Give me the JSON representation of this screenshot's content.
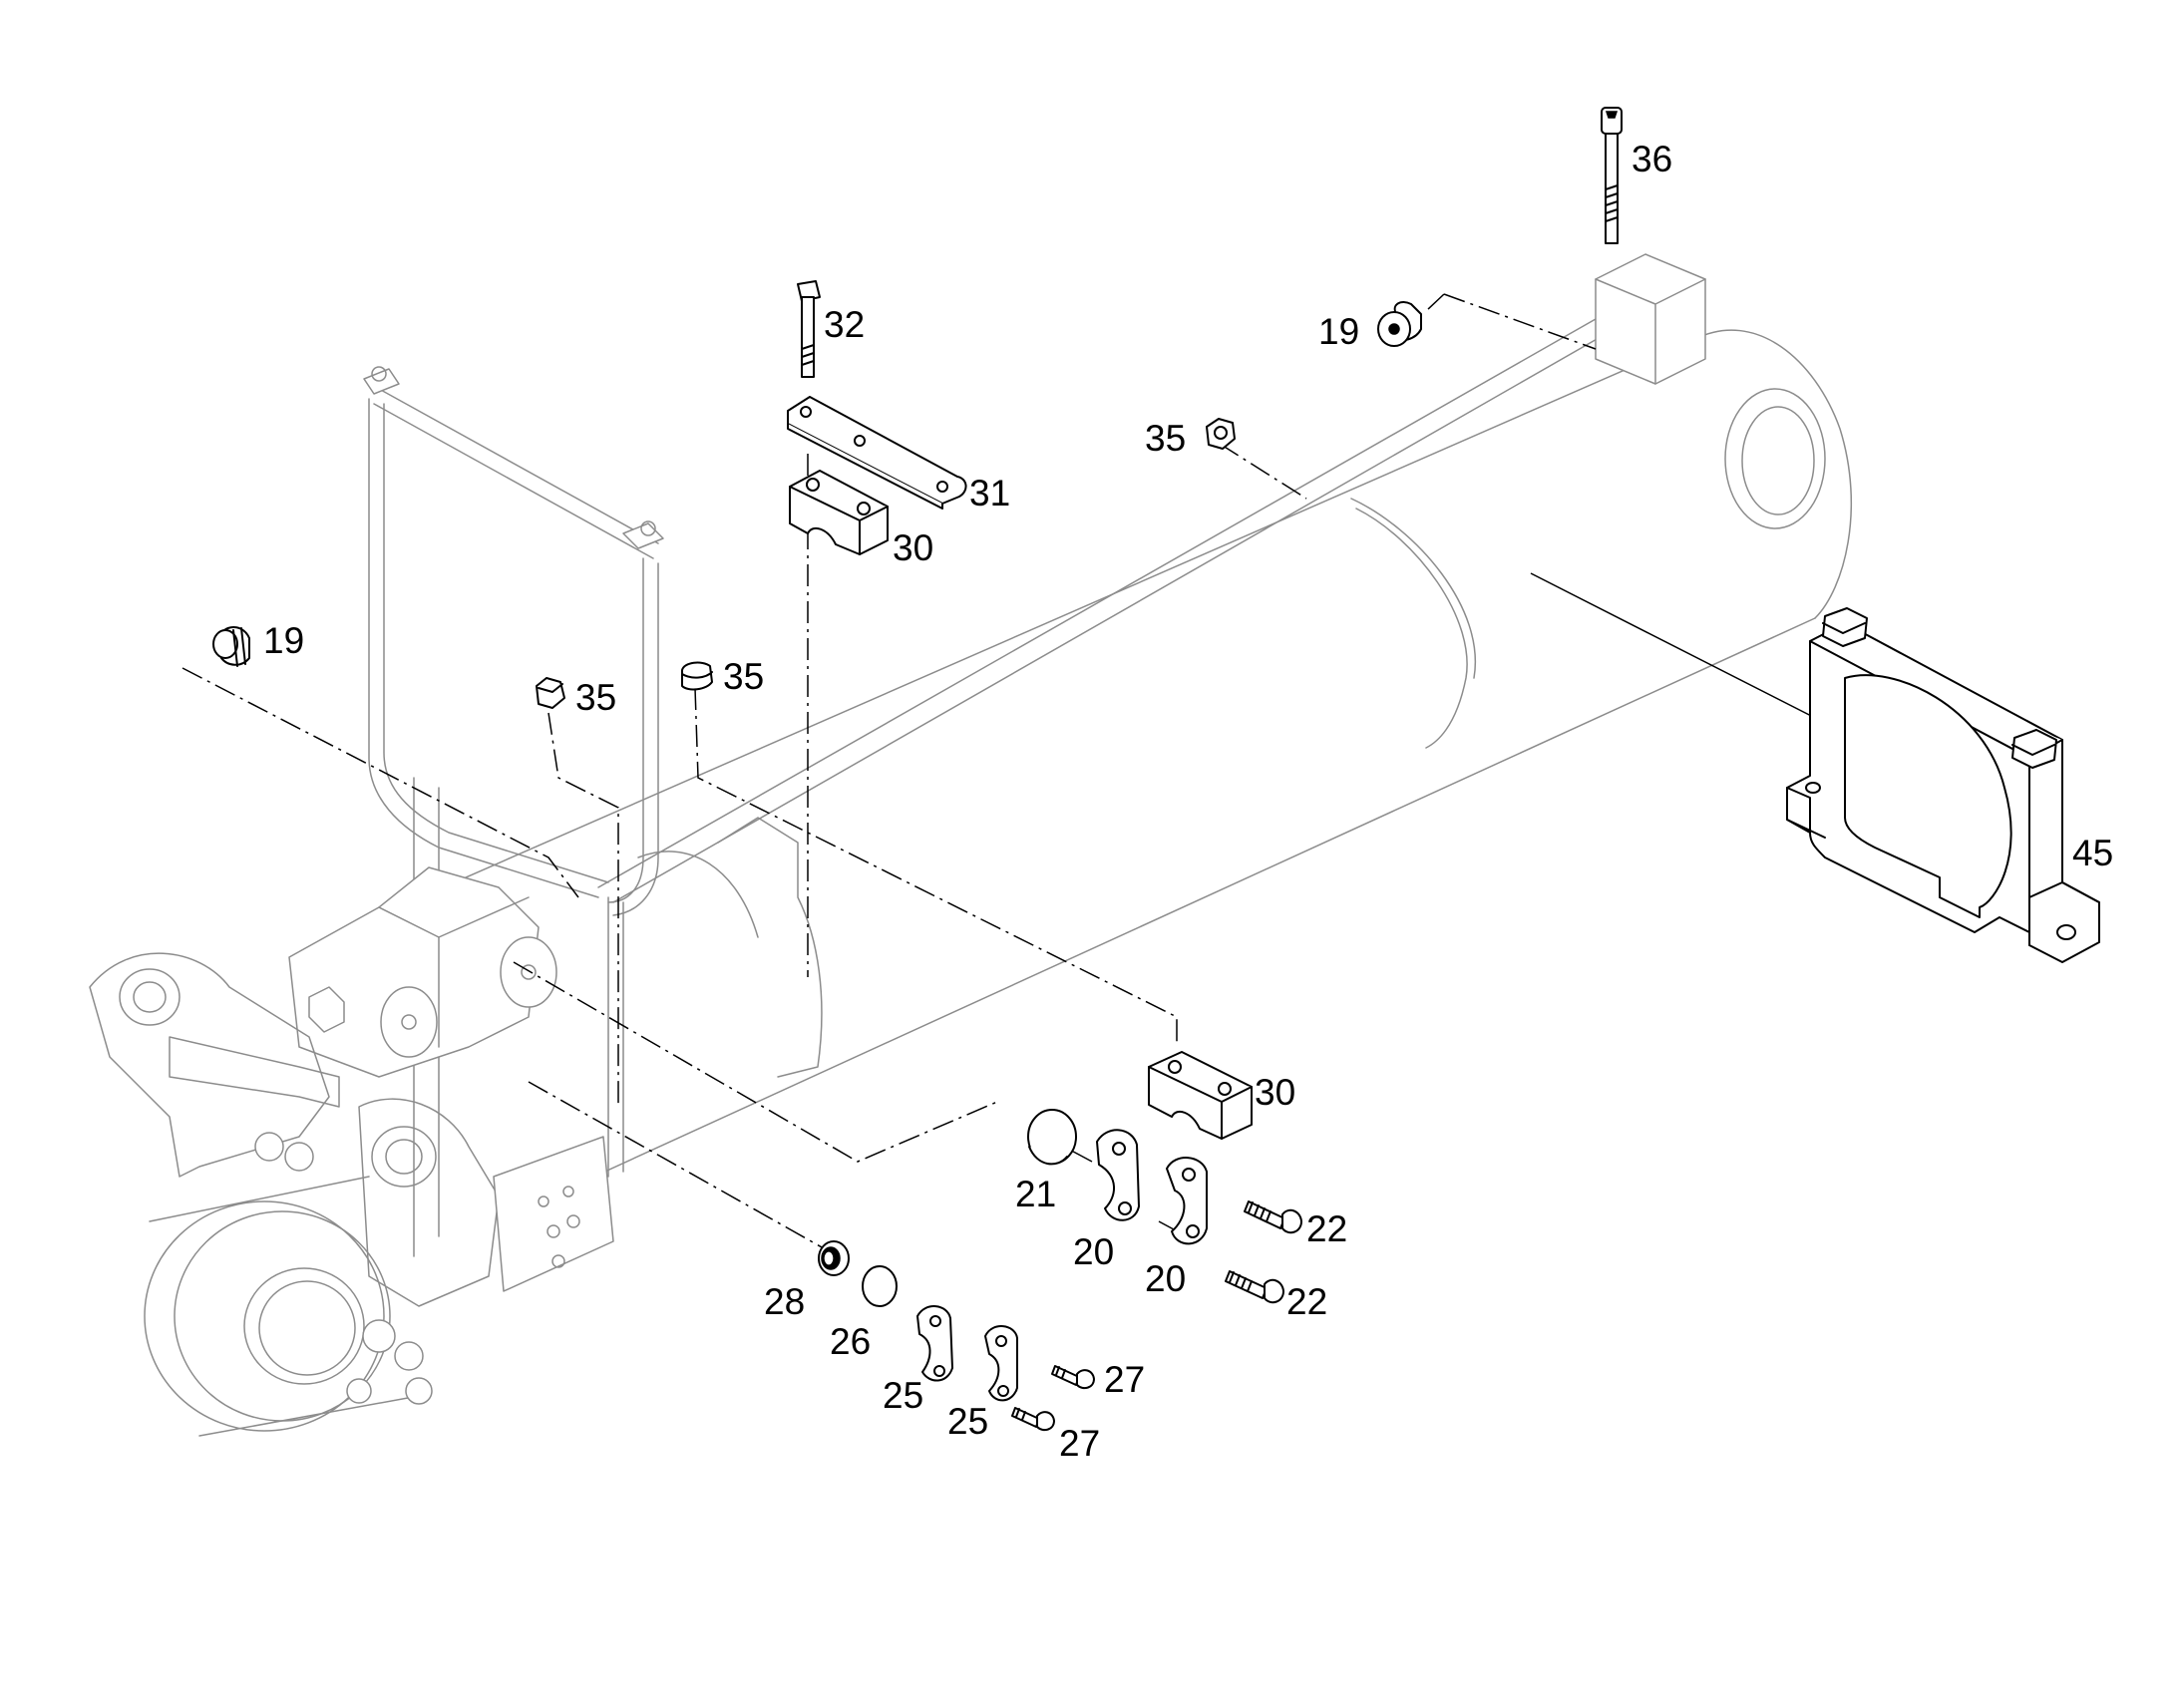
{
  "callouts": {
    "c36": "36",
    "c32": "32",
    "c19_top": "19",
    "c35_top": "35",
    "c31": "31",
    "c30_top": "30",
    "c19_left": "19",
    "c35_mid_a": "35",
    "c35_mid_b": "35",
    "c45": "45",
    "c30_bottom": "30",
    "c21": "21",
    "c20_a": "20",
    "c20_b": "20",
    "c22_a": "22",
    "c22_b": "22",
    "c28": "28",
    "c26": "26",
    "c25_a": "25",
    "c25_b": "25",
    "c27_a": "27",
    "c27_b": "27"
  }
}
